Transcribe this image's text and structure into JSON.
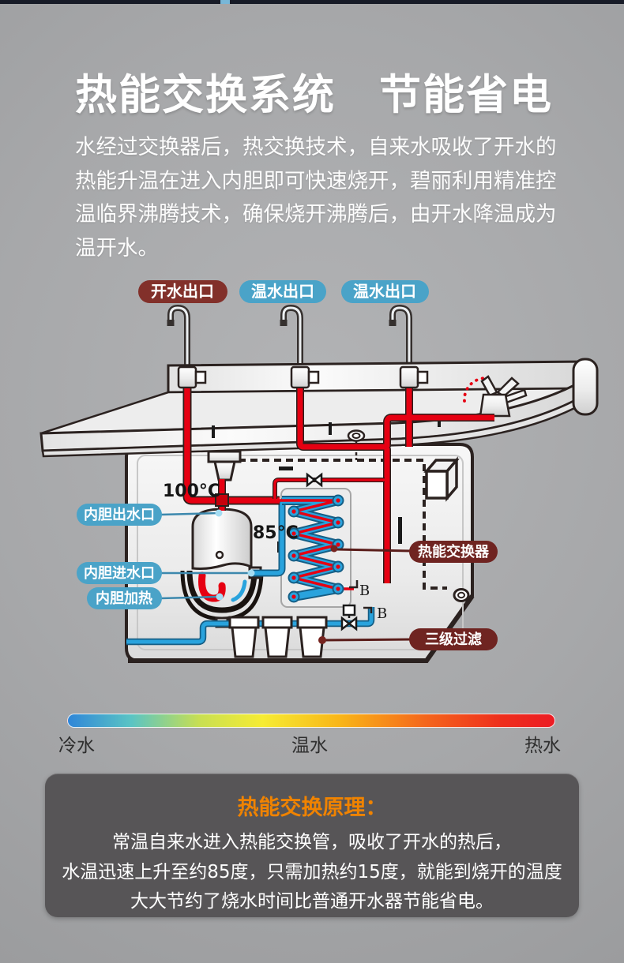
{
  "header": {
    "title": "热能交换系统　节能省电",
    "paragraph": "水经过交换器后，热交换技术，自来水吸收了开水的热能升温在进入内胆即可快速烧开，碧丽利用精准控温临界沸腾技术，确保烧开沸腾后，由开水降温成为温开水。"
  },
  "diagram": {
    "outlets": [
      {
        "label": "开水出口"
      },
      {
        "label": "温水出口"
      },
      {
        "label": "温水出口"
      }
    ],
    "labels": {
      "tank_outlet": "内胆出水口",
      "tank_inlet": "内胆进水口",
      "tank_heater": "内胆加热",
      "heat_exchanger": "热能交换器",
      "filters": "三级过滤"
    },
    "temps": {
      "boiling": "100°C",
      "preheat": "85°C"
    },
    "markers": {
      "b1": "B",
      "b2": "B"
    },
    "colors": {
      "hot": "#e60012",
      "cold": "#29a3dd",
      "label_blue": "#4aa3c8",
      "label_maroon": "#76241f"
    }
  },
  "legend": {
    "cold": "冷水",
    "warm": "温水",
    "hot": "热水",
    "gradient": [
      "#2f86d8",
      "#5ac4c4",
      "#c8df52",
      "#f6ec33",
      "#f9b517",
      "#f4641c",
      "#ec1c24"
    ]
  },
  "principle": {
    "title": "热能交换原理：",
    "line1": "常温自来水进入热能交换管，吸收了开水的热后，",
    "line2": "水温迅速上升至约85度，只需加热约15度，就能到烧开的温度",
    "line3": "大大节约了烧水时间比普通开水器节能省电。"
  }
}
